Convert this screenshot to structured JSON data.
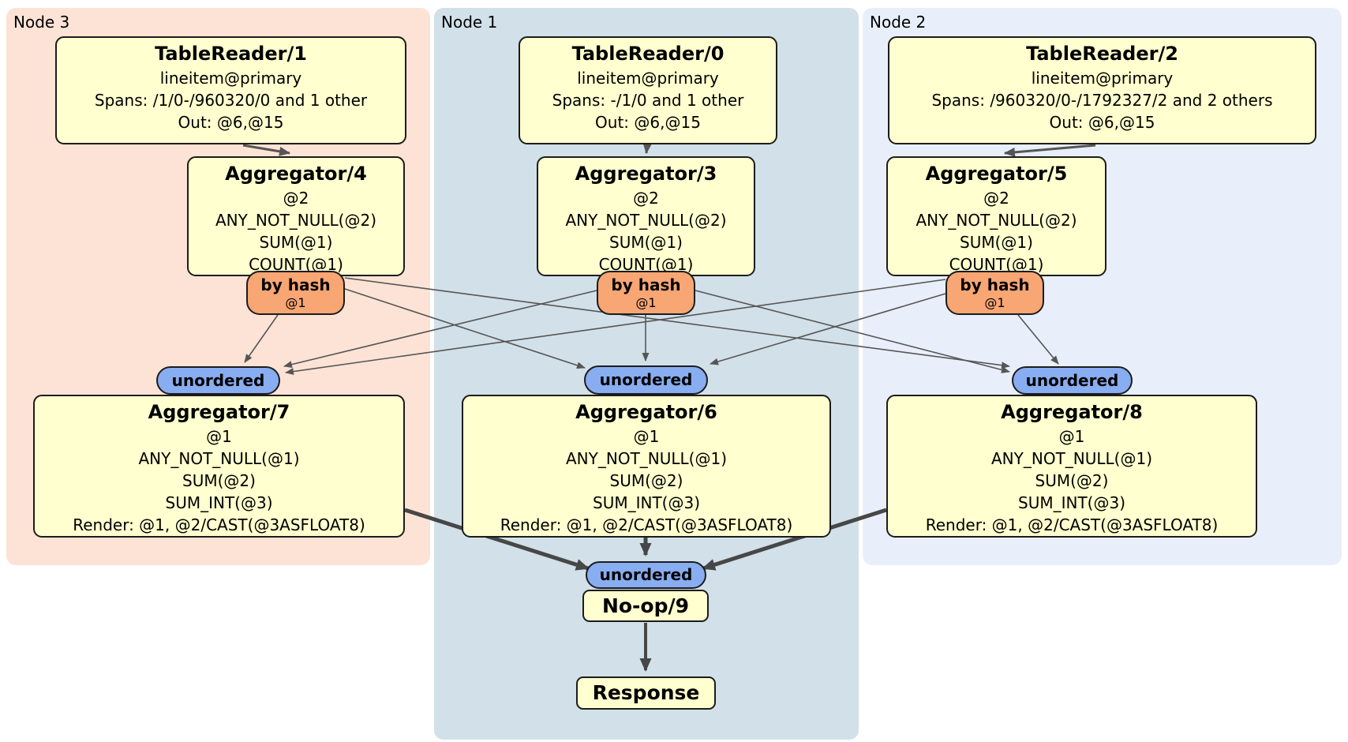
{
  "groups": {
    "node3": {
      "label": "Node 3"
    },
    "node1": {
      "label": "Node 1"
    },
    "node2": {
      "label": "Node 2"
    }
  },
  "processors": {
    "tablereader1": {
      "title": "TableReader/1",
      "lines": [
        "lineitem@primary",
        "Spans: /1/0-/960320/0 and 1 other",
        "Out: @6,@15"
      ]
    },
    "tablereader0": {
      "title": "TableReader/0",
      "lines": [
        "lineitem@primary",
        "Spans: -/1/0 and 1 other",
        "Out: @6,@15"
      ]
    },
    "tablereader2": {
      "title": "TableReader/2",
      "lines": [
        "lineitem@primary",
        "Spans: /960320/0-/1792327/2 and 2 others",
        "Out: @6,@15"
      ]
    },
    "aggregator4": {
      "title": "Aggregator/4",
      "lines": [
        "@2",
        "ANY_NOT_NULL(@2)",
        "SUM(@1)",
        "COUNT(@1)"
      ]
    },
    "aggregator3": {
      "title": "Aggregator/3",
      "lines": [
        "@2",
        "ANY_NOT_NULL(@2)",
        "SUM(@1)",
        "COUNT(@1)"
      ]
    },
    "aggregator5": {
      "title": "Aggregator/5",
      "lines": [
        "@2",
        "ANY_NOT_NULL(@2)",
        "SUM(@1)",
        "COUNT(@1)"
      ]
    },
    "aggregator7": {
      "title": "Aggregator/7",
      "lines": [
        "@1",
        "ANY_NOT_NULL(@1)",
        "SUM(@2)",
        "SUM_INT(@3)",
        "Render: @1, @2/CAST(@3ASFLOAT8)"
      ]
    },
    "aggregator6": {
      "title": "Aggregator/6",
      "lines": [
        "@1",
        "ANY_NOT_NULL(@1)",
        "SUM(@2)",
        "SUM_INT(@3)",
        "Render: @1, @2/CAST(@3ASFLOAT8)"
      ]
    },
    "aggregator8": {
      "title": "Aggregator/8",
      "lines": [
        "@1",
        "ANY_NOT_NULL(@1)",
        "SUM(@2)",
        "SUM_INT(@3)",
        "Render: @1, @2/CAST(@3ASFLOAT8)"
      ]
    },
    "noop9": {
      "title": "No-op/9"
    },
    "response": {
      "title": "Response"
    }
  },
  "connectors": {
    "by_hash": {
      "label": "by hash",
      "arg": "@1"
    },
    "unordered": {
      "label": "unordered"
    }
  },
  "colors": {
    "node3_bg": "#fce3d5",
    "node1_bg": "#d2e0e9",
    "node2_bg": "#e9effa",
    "processor_fill": "#ffffcf",
    "router_fill": "#f7a674",
    "sync_fill": "#88adf0",
    "border": "#1c1c1c",
    "edge": "#565656",
    "edge_thick": "#474747"
  }
}
